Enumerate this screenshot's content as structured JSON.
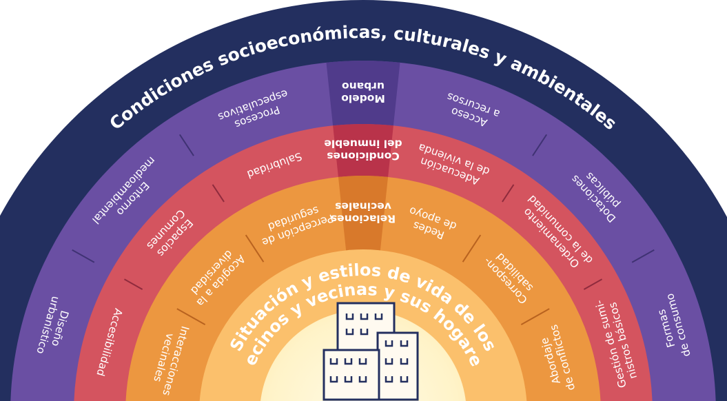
{
  "title": "Condiciones socioeconómicas, culturales y ambientales",
  "center": {
    "line1": "Situación y estilos de vida de los",
    "line2": "vecinos y vecinas y sus hogares",
    "icon": "buildings-icon"
  },
  "rings": {
    "outer": {
      "header": [
        "Modelo",
        "urbano"
      ],
      "sectors": [
        [
          "Diseño",
          "urbanístico"
        ],
        [
          "Entorno",
          "medioambiental"
        ],
        [
          "Procesos",
          "especulativos"
        ],
        [
          "Acceso",
          "a recursos"
        ],
        [
          "Dotaciones",
          "públicas"
        ],
        [
          "Formas",
          "de consumo"
        ]
      ]
    },
    "second": {
      "header": [
        "Condiciones",
        "del inmueble"
      ],
      "sectors": [
        [
          "Accesibilidad"
        ],
        [
          "Espacios",
          "Comunes"
        ],
        [
          "Salubridad"
        ],
        [
          "Adecuación",
          "de la vivienda"
        ],
        [
          "Ordenamiento",
          "de la comunidad"
        ],
        [
          "Gestión de sumi-",
          "nistros básicos"
        ]
      ]
    },
    "third": {
      "header": [
        "Relaciones",
        "vecinales"
      ],
      "sectors": [
        [
          "Interacciones",
          "vecinales"
        ],
        [
          "Acogida a la",
          "diversidad"
        ],
        [
          "Percepción de",
          "seguridad"
        ],
        [
          "Redes",
          "de apoyo"
        ],
        [
          "Correspon-",
          "sabilidad"
        ],
        [
          "Abordaje",
          "de conflictos"
        ]
      ]
    }
  },
  "colors": {
    "navy": "#232f5f",
    "purple": "#6a4fa3",
    "purple_header": "#503b8b",
    "red": "#d4545f",
    "red_header": "#b9334a",
    "orange": "#ec9740",
    "orange_header": "#d8792b",
    "light_orange": "#fbc06c",
    "glow": "#fff2c6",
    "icon": "#232f5f",
    "outer_divider": "#3f3273",
    "second_divider": "#8f2b3d",
    "third_divider": "#b8621f"
  }
}
